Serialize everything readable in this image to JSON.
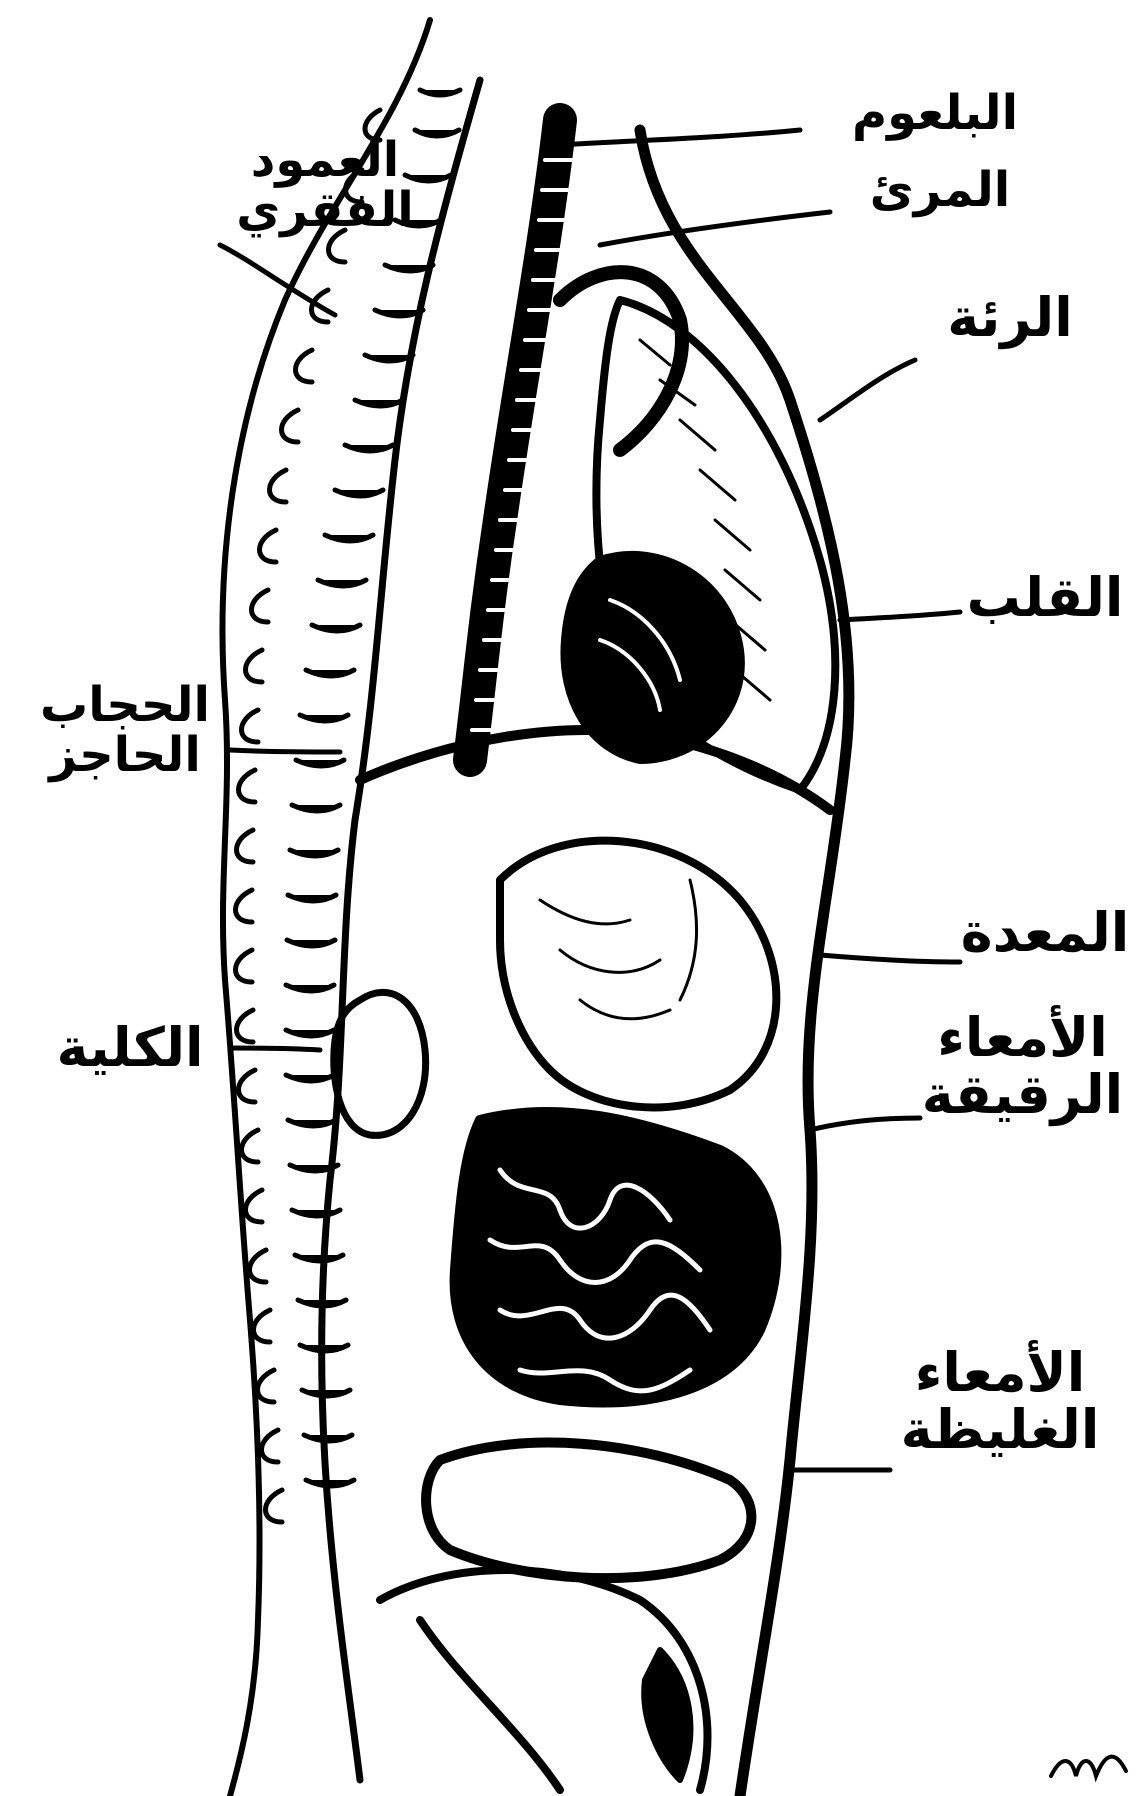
{
  "colors": {
    "ink": "#000000",
    "paper": "#ffffff"
  },
  "labels": {
    "pharynx": "البلعوم",
    "esophagus": "المرئ",
    "lung": "الرئة",
    "heart": "القلب",
    "spine": "العمود\nالفقري",
    "diaphragm": "الحجاب\nالحاجز",
    "stomach": "المعدة",
    "small_intestine": "الأمعاء\nالرقيقة",
    "kidney": "الكلية",
    "large_intestine": "الأمعاء\nالغليظة"
  }
}
